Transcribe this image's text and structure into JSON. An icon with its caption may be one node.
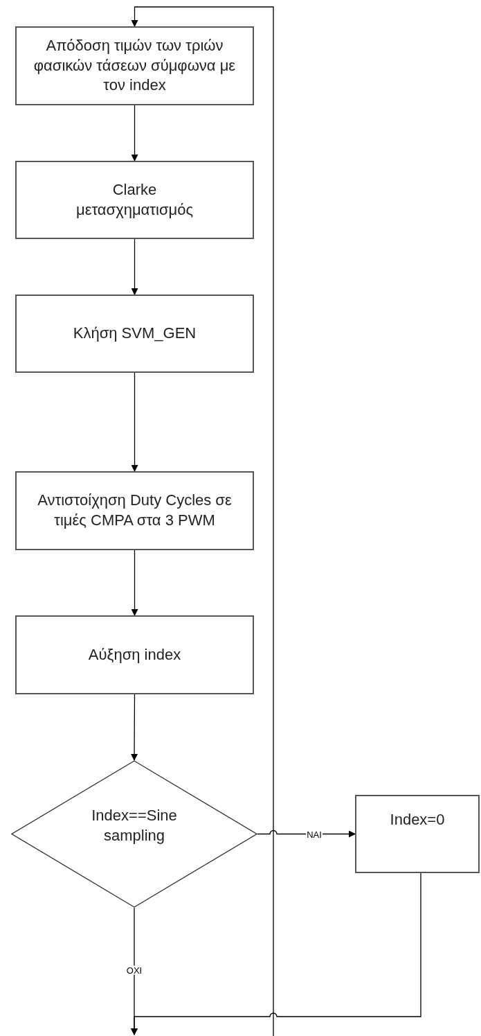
{
  "diagram": {
    "nodes": [
      {
        "text": [
          "Απόδοση τιμών των τριών φασικών τάσεων σύμφωνα με τον index"
        ]
      },
      {
        "text": [
          "Clarke μετασχηματισμός"
        ]
      },
      {
        "text": [
          "Κλήση SVM_GEN"
        ]
      },
      {
        "text": [
          "Αντιστοίχηση Duty Cycles σε τιμές CMPA στα 3 PWM"
        ]
      },
      {
        "text": [
          "Αύξηση index"
        ]
      },
      {
        "text": [
          "Index==Sine sampling"
        ]
      },
      {
        "text": [
          "Index=0"
        ]
      }
    ],
    "edges": [
      {
        "from": null,
        "to": 0,
        "arrow": "to"
      },
      {
        "from": 0,
        "to": 1,
        "arrow": "to"
      },
      {
        "from": 1,
        "to": 2,
        "arrow": "to"
      },
      {
        "from": 2,
        "to": 3,
        "arrow": "to"
      },
      {
        "from": 3,
        "to": 4,
        "arrow": "to"
      },
      {
        "from": 4,
        "to": 5,
        "arrow": "to"
      },
      {
        "from": 5,
        "to": 6,
        "arrow": "to",
        "label": "NAI"
      },
      {
        "from": 5,
        "to": null,
        "arrow": "to",
        "label": "OXI"
      },
      {
        "from": 6,
        "to": null,
        "arrow": "to"
      }
    ]
  }
}
